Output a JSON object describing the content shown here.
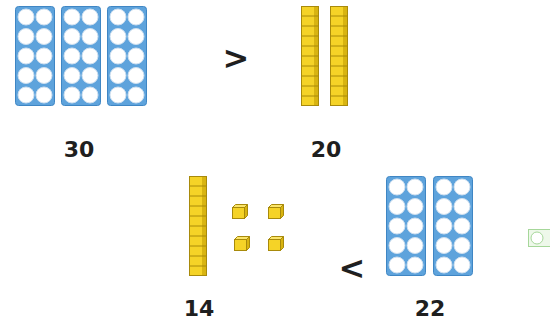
{
  "diagram": {
    "labels": [
      ">",
      "30",
      "20",
      "<",
      "14",
      "22"
    ]
  }
}
